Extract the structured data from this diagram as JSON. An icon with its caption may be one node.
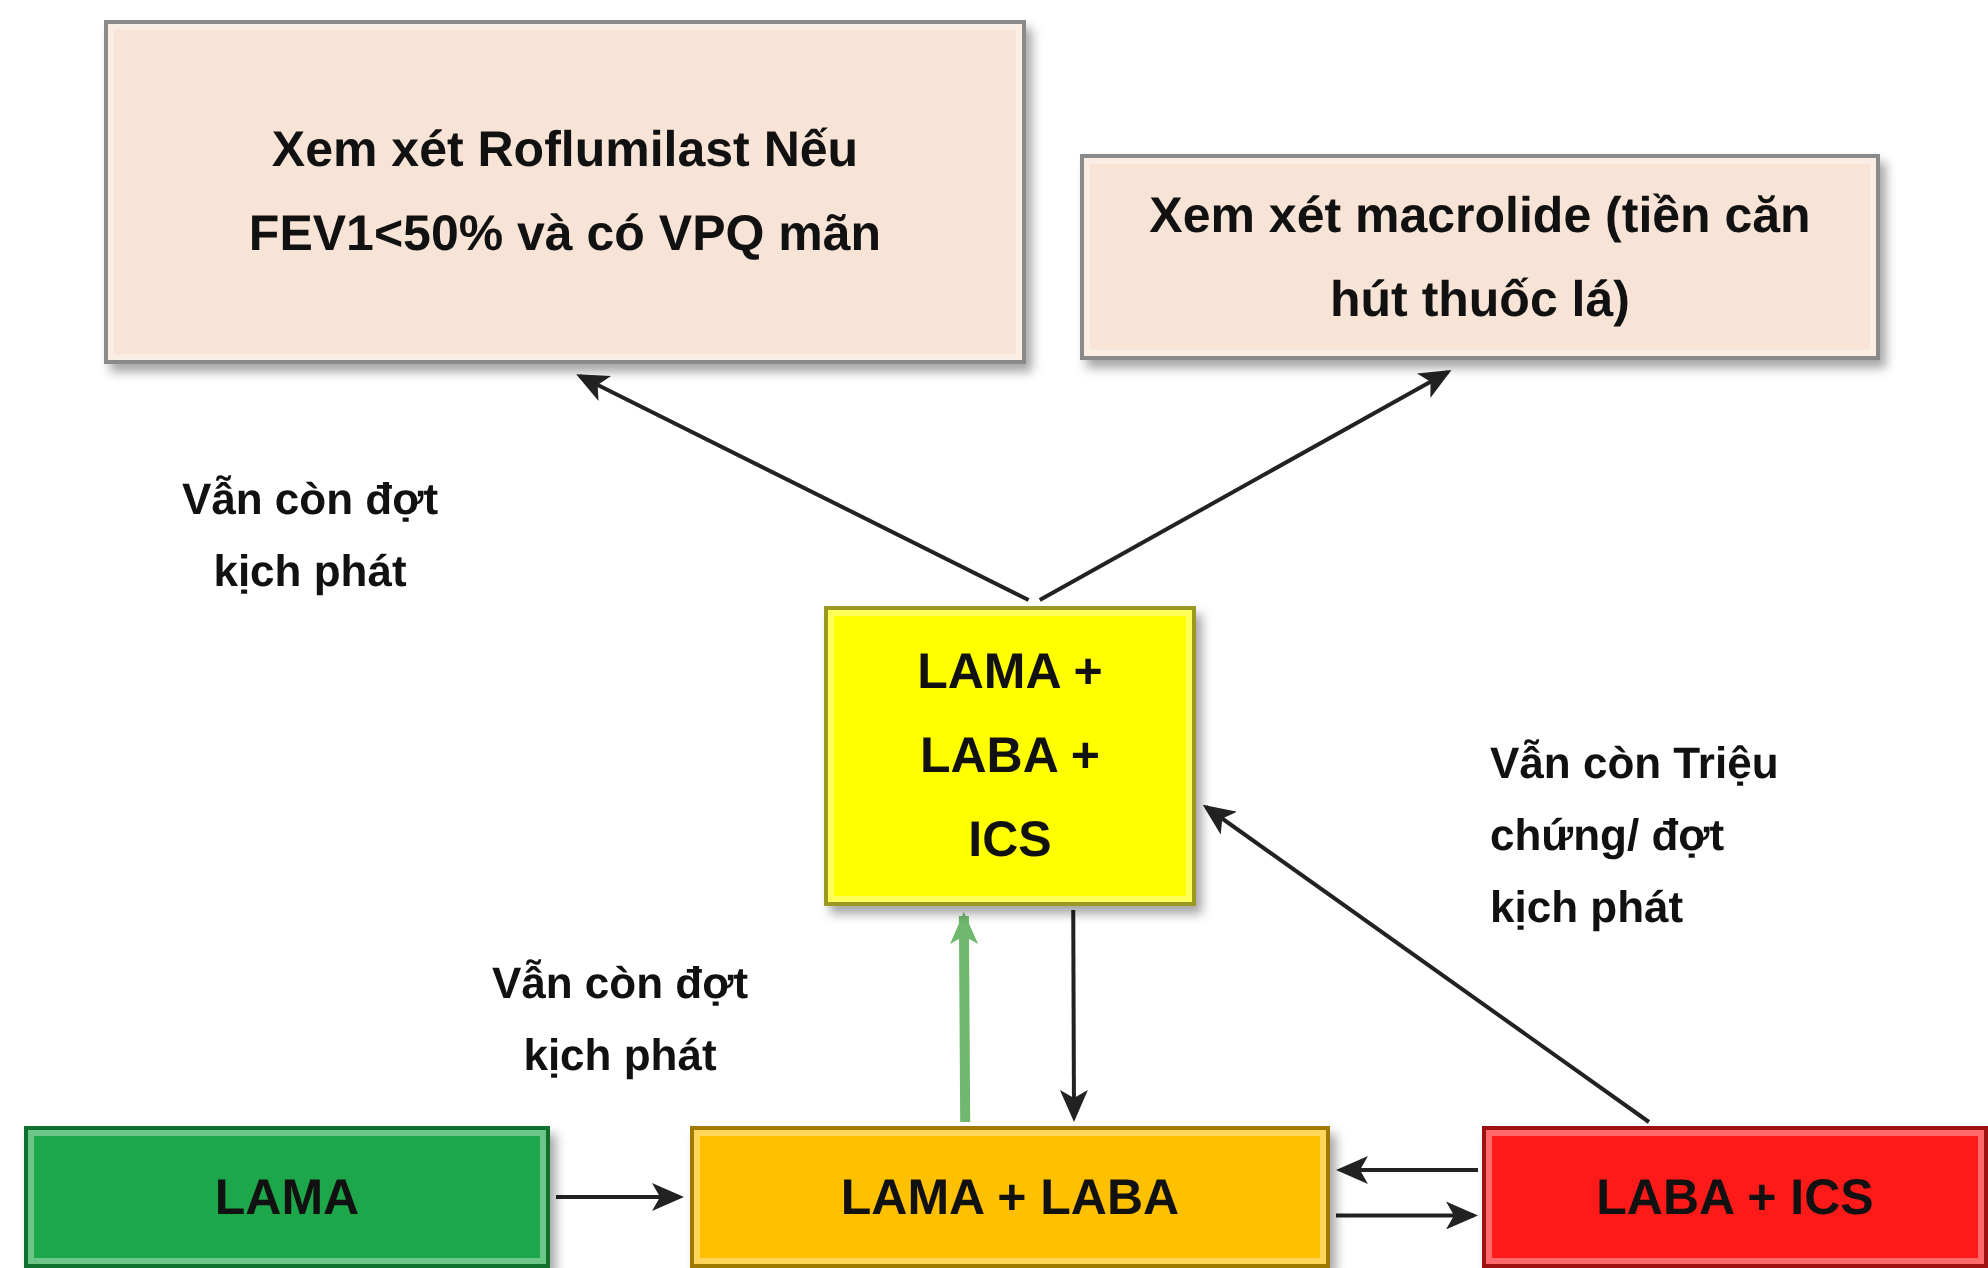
{
  "diagram": {
    "nodes": [
      {
        "text": [
          "Xem xét Roflumilast Nếu FEV1<50% và có VPQ mãn"
        ]
      },
      {
        "text": [
          "Xem xét macrolide (tiền căn hút thuốc lá)"
        ]
      },
      {
        "text": [
          "LAMA + LABA + ICS"
        ]
      },
      {
        "text": [
          "LAMA"
        ]
      },
      {
        "text": [
          "LAMA + LABA"
        ]
      },
      {
        "text": [
          "LABA + ICS"
        ]
      }
    ],
    "edges": [
      {
        "from": 2,
        "to": 0,
        "arrow": "to"
      },
      {
        "from": 2,
        "to": 1,
        "arrow": "to"
      },
      {
        "from": 3,
        "to": 4,
        "arrow": "to"
      },
      {
        "from": 4,
        "to": 2,
        "arrow": "to",
        "style": "thick",
        "color": "#70b86e"
      },
      {
        "from": 2,
        "to": 4,
        "arrow": "to"
      },
      {
        "from": 5,
        "to": 4,
        "arrow": "to"
      },
      {
        "from": 4,
        "to": 5,
        "arrow": "to"
      },
      {
        "from": 5,
        "to": 2,
        "arrow": "to"
      }
    ],
    "labels": [
      "Vẫn còn đợt kịch phát",
      "Vẫn còn đợt kịch phát",
      "Vẫn còn Triệu chứng/ đợt kịch phát"
    ]
  }
}
